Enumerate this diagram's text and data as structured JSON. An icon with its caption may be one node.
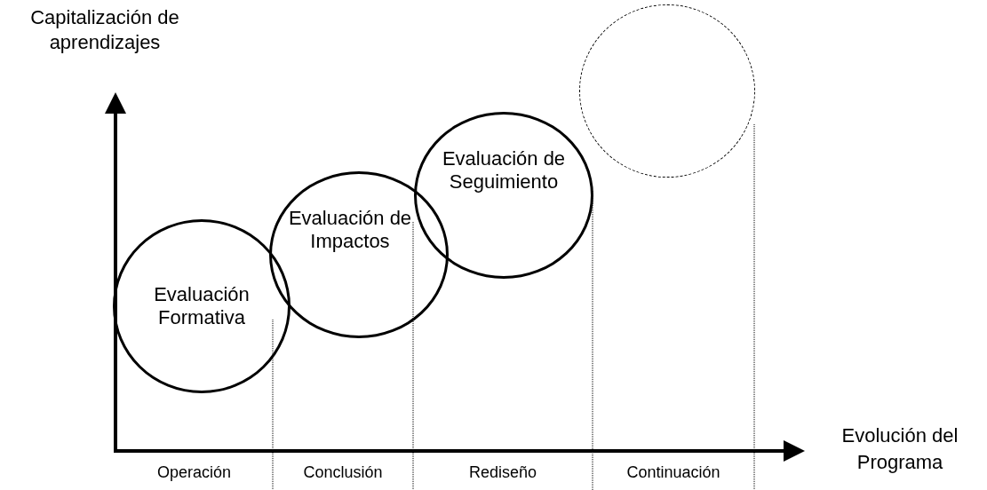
{
  "diagram": {
    "nodes": [
      {
        "text": [
          "Evaluación Formativa"
        ]
      },
      {
        "text": [
          "Evaluación de Impactos"
        ]
      },
      {
        "text": [
          "Evaluación de Seguimiento"
        ]
      },
      {
        "text": [],
        "shape": "circle"
      }
    ],
    "labels": [
      "Capitalización de aprendizajes",
      "Evolución del Programa",
      "Operación",
      "Conclusión",
      "Rediseño",
      "Continuación"
    ]
  }
}
